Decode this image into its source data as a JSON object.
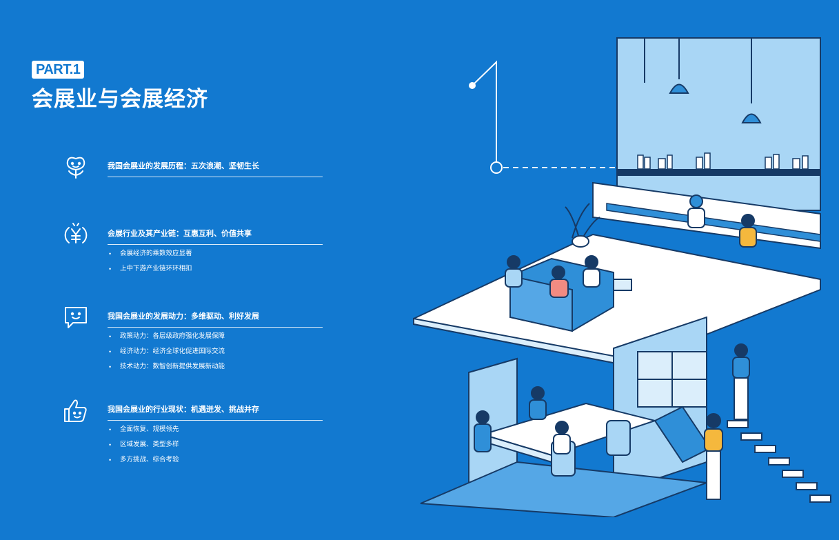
{
  "header": {
    "part_label": "PART.1",
    "title": "会展业与会展经济"
  },
  "sections": [
    {
      "icon": "flower-smile-icon",
      "heading": "我国会展业的发展历程：五次浪潮、坚韧生长",
      "bullets": []
    },
    {
      "icon": "yuan-coin-icon",
      "heading": "会展行业及其产业链：互惠互利、价值共享",
      "bullets": [
        "会展经济的乘数效应显著",
        "上中下游产业链环环相扣"
      ]
    },
    {
      "icon": "chat-bubble-icon",
      "heading": "我国会展业的发展动力：多维驱动、利好发展",
      "bullets": [
        "政策动力：各层级政府强化发展保障",
        "经济动力：经济全球化促进国际交流",
        "技术动力：数智创新提供发展新动能"
      ]
    },
    {
      "icon": "thumbs-up-icon",
      "heading": "我国会展业的行业现状：机遇迸发、挑战并存",
      "bullets": [
        "全面恢复、规模领先",
        "区域发展、类型多样",
        "多方挑战、综合考验"
      ]
    }
  ],
  "colors": {
    "background": "#1279d0",
    "light_blue": "#a9d6f5",
    "accent_yellow": "#f5b83d",
    "white": "#ffffff"
  }
}
